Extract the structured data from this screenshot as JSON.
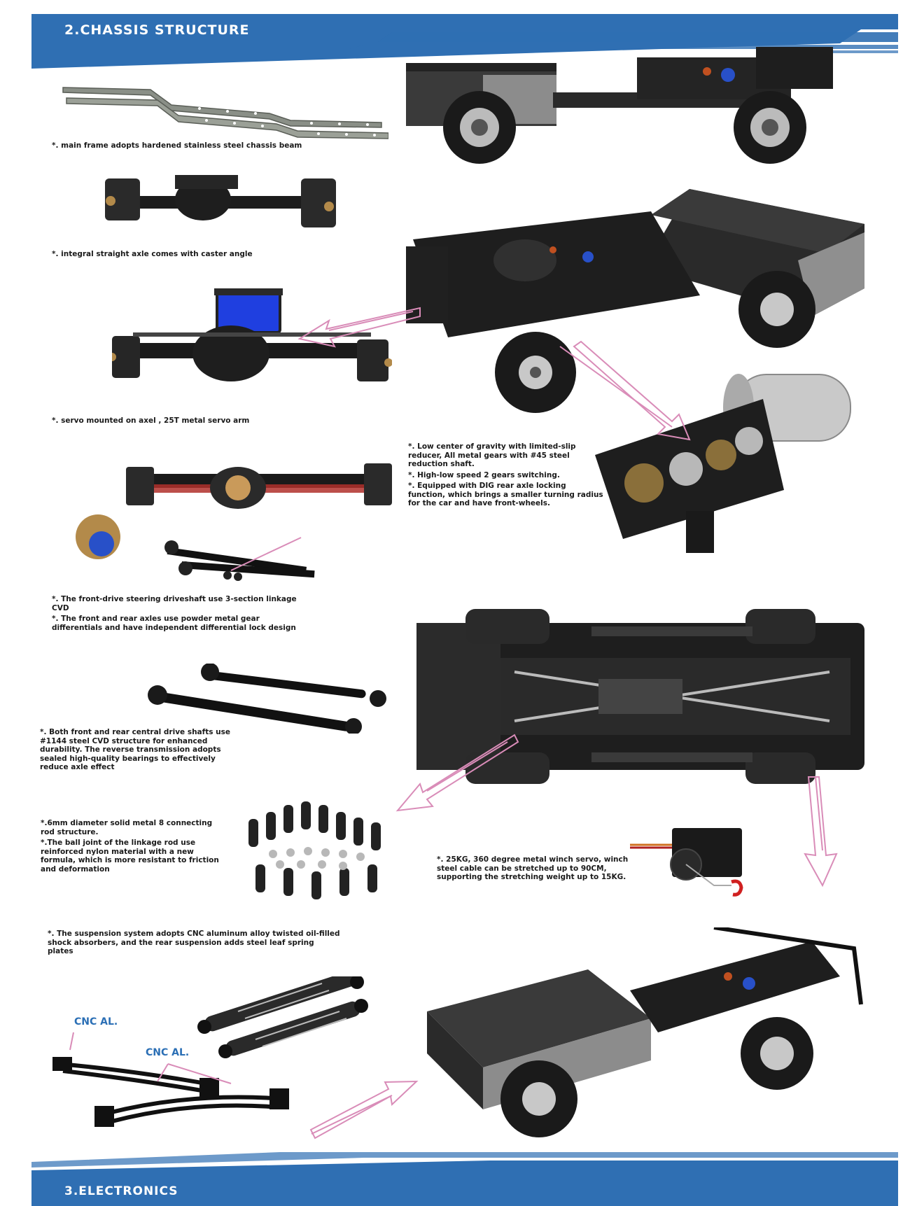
{
  "section_top": {
    "title": "2.CHASSIS STRUCTURE"
  },
  "section_bottom": {
    "title": "3.ELECTRONICS"
  },
  "captions": {
    "frame": [
      "*. main frame adopts hardened stainless steel chassis beam"
    ],
    "axle": [
      "*.  integral straight axle comes with caster angle"
    ],
    "servo": [
      "*. servo mounted on axel , 25T metal servo arm"
    ],
    "gearbox": [
      "*. Low center of gravity with limited-slip reducer, All metal gears with #45 steel reduction shaft.",
      "*. High-low speed 2 gears switching.",
      "*. Equipped with DIG rear axle locking function, which brings a smaller turning radius for the car and have front-wheels."
    ],
    "driveshaft": [
      "*. The front-drive steering driveshaft  use  3-section linkage CVD",
      "*. The front and rear axles use powder metal gear differentials and have independent differential lock design"
    ],
    "central_shafts": [
      "*. Both front and rear central drive shafts use #1144 steel CVD structure for enhanced durability. The reverse transmission adopts sealed high-quality bearings to effectively reduce axle effect"
    ],
    "links": [
      "*.6mm diameter solid metal 8 connecting rod structure.",
      "*.The ball joint of the linkage rod use reinforced nylon material with a new formula, which is more resistant to friction and deformation"
    ],
    "winch": [
      "*. 25KG, 360 degree metal winch servo, winch steel cable can be stretched up to 90CM, supporting the stretching weight up to 15KG."
    ],
    "suspension": [
      "*. The suspension system adopts CNC aluminum alloy twisted oil-filled shock absorbers, and the rear suspension adds steel leaf spring plates"
    ]
  },
  "labels": {
    "cnc_1": "CNC AL.",
    "cnc_2": "CNC AL."
  },
  "colors": {
    "banner_blue": "#2f6fb3",
    "arrow_pink": "#d98cb8",
    "servo_blue": "#1f3fe0",
    "chassis_dark": "#1c1c1c"
  }
}
